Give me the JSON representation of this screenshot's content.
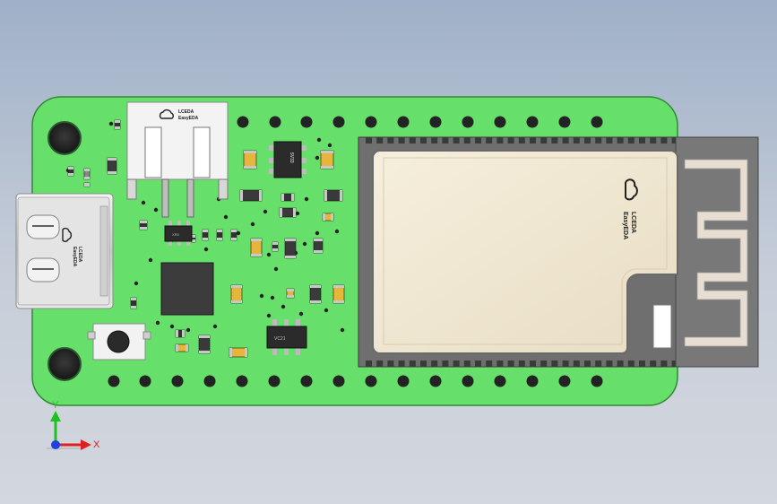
{
  "scene": {
    "kind": "3D PCB model view",
    "background": "#b5c0d0",
    "pcb_color": "#66e06b",
    "pad_color": "#232323"
  },
  "usb_connector": {
    "logo_line1": "LCEDA",
    "logo_line2": "EasyEDA"
  },
  "header_connector": {
    "logo_line1": "LCEDA",
    "logo_line2": "EasyEDA"
  },
  "rf_module": {
    "logo_line1": "LCEDA",
    "logo_line2": "EasyEDA",
    "can_color": "#efe6d0",
    "antenna_color": "#e6ddd0"
  },
  "ic_labels": {
    "ldo": "5V33",
    "small_ic": "XR5",
    "sot6": "VC21"
  },
  "triad": {
    "x_label": "X",
    "y_label": "Y",
    "x_color": "#e02020",
    "y_color": "#20c020",
    "z_color": "#2040e0"
  }
}
